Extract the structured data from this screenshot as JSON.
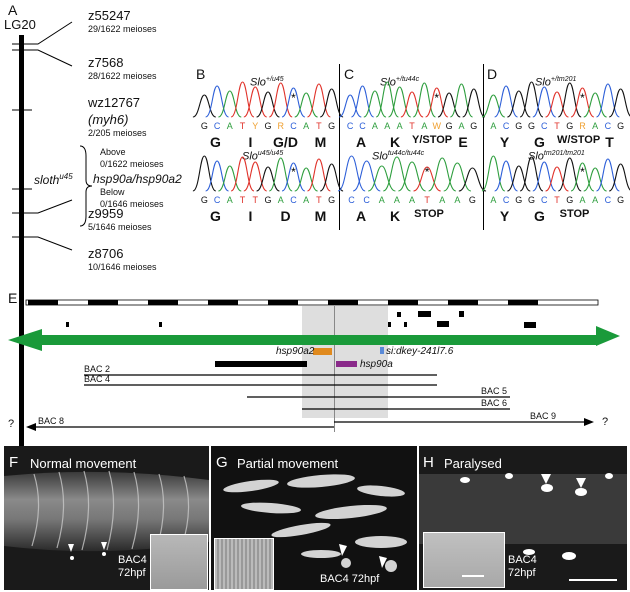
{
  "panelA": {
    "label": "A",
    "lg": "LG20",
    "markers": [
      {
        "name": "z55247",
        "sub": "29/1622 meioses"
      },
      {
        "name": "z7568",
        "sub": "28/1622 meioses"
      },
      {
        "name": "wz12767",
        "paren": "(myh6)",
        "sub": "2/205 meioses"
      },
      {
        "name": "z9959",
        "sub": "5/1646 meioses"
      },
      {
        "name": "z8706",
        "sub": "10/1646 meioses"
      }
    ],
    "sloth": "sloth",
    "sloth_sup": "u45",
    "above": "Above",
    "above_sub": "0/1622 meioses",
    "hsp": "hsp90a/hsp90a2",
    "below": "Below",
    "below_sub": "0/1646 meioses"
  },
  "panelB": {
    "label": "B",
    "top_title": "Slo",
    "top_sup": "+/u45",
    "top_bases": [
      "G",
      "C",
      "A",
      "T",
      "Y",
      "G",
      "R",
      "C",
      "A",
      "T",
      "G"
    ],
    "top_aa": [
      "G",
      "I",
      "G/D",
      "M"
    ],
    "bot_title": "Slo",
    "bot_sup": "u45/u45",
    "bot_bases": [
      "G",
      "C",
      "A",
      "T",
      "T",
      "G",
      "A",
      "C",
      "A",
      "T",
      "G"
    ],
    "bot_aa": [
      "G",
      "I",
      "D",
      "M"
    ]
  },
  "panelC": {
    "label": "C",
    "top_title": "Slo",
    "top_sup": "+/tu44c",
    "top_bases": [
      "C",
      "C",
      "A",
      "A",
      "A",
      "T",
      "A",
      "W",
      "G",
      "A",
      "G"
    ],
    "top_aa": [
      "A",
      "K",
      "Y/STOP",
      "E"
    ],
    "bot_title": "Slo",
    "bot_sup": "tu44c/tu44c",
    "bot_bases": [
      "C",
      "C",
      "A",
      "A",
      "A",
      "T",
      "A",
      "A",
      "G"
    ],
    "bot_aa": [
      "A",
      "K",
      "STOP"
    ]
  },
  "panelD": {
    "label": "D",
    "top_title": "Slo",
    "top_sup": "+/tm201",
    "top_bases": [
      "A",
      "C",
      "G",
      "G",
      "C",
      "T",
      "G",
      "R",
      "A",
      "C",
      "G"
    ],
    "top_aa": [
      "Y",
      "G",
      "W/STOP",
      "T"
    ],
    "bot_title": "Slo",
    "bot_sup": "tm201/tm201",
    "bot_bases": [
      "A",
      "C",
      "G",
      "G",
      "C",
      "T",
      "G",
      "A",
      "A",
      "C",
      "G"
    ],
    "bot_aa": [
      "Y",
      "G",
      "STOP"
    ]
  },
  "panelE": {
    "label": "E",
    "hsp90a2": "hsp90a2",
    "hsp90a": "hsp90a",
    "sidkey": "si:dkey-241l7.6",
    "bacs": [
      "BAC 2",
      "BAC 4",
      "BAC 5",
      "BAC 6",
      "BAC 8",
      "BAC 9"
    ],
    "q": "?"
  },
  "panelF": {
    "label": "F",
    "title": "Normal movement",
    "bac": "BAC4",
    "hpf": "72hpf"
  },
  "panelG": {
    "label": "G",
    "title": "Partial  movement",
    "bac": "BAC4 72hpf"
  },
  "panelH": {
    "label": "H",
    "title": "Paralysed",
    "bac": "BAC4",
    "hpf": "72hpf"
  },
  "colors": {
    "A": "#2e9e3e",
    "C": "#2d5fd8",
    "G": "#111111",
    "T": "#e0322a",
    "R": "#f0a030",
    "W": "#f0a030",
    "Y": "#f0a030",
    "green_arrow": "#1a9a3a",
    "hsp90a2": "#e08a1e",
    "hsp90a": "#8a2a8a",
    "sidkey": "#5a8ad8"
  }
}
